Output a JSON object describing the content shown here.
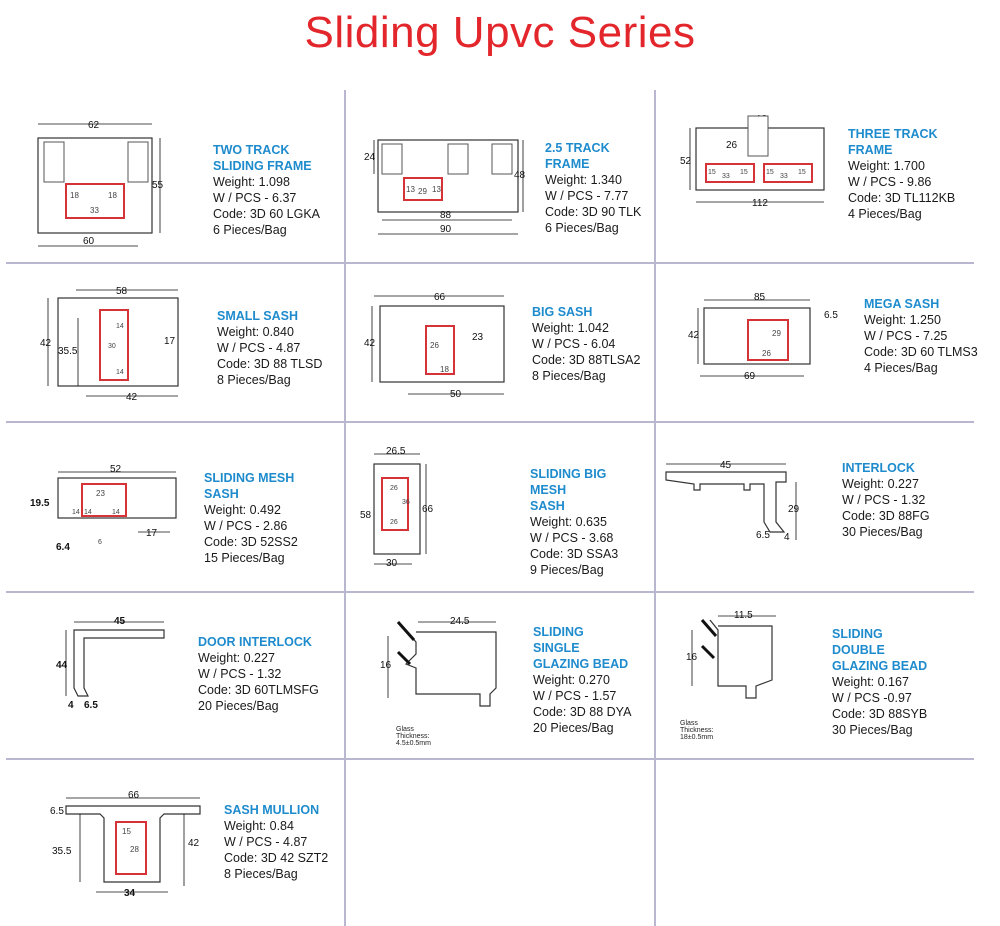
{
  "title": "Sliding Upvc Series",
  "products": [
    {
      "name": "TWO TRACK\nSLIDING FRAME",
      "weight": "Weight: 1.098",
      "wpcs": "W / PCS - 6.37",
      "code": "Code: 3D 60 LGKA",
      "pieces": "6 Pieces/Bag",
      "dims": {
        "a": "62",
        "b": "55",
        "c": "60",
        "d": "18",
        "e": "18",
        "f": "33"
      }
    },
    {
      "name": "2.5 TRACK FRAME",
      "weight": "Weight: 1.340",
      "wpcs": "W / PCS - 7.77",
      "code": "Code: 3D 90 TLK",
      "pieces": "6 Pieces/Bag",
      "dims": {
        "a": "24",
        "b": "48",
        "c": "88",
        "d": "90",
        "e": "13",
        "f": "29",
        "g": "13"
      }
    },
    {
      "name": "THREE TRACK\nFRAME",
      "weight": "Weight: 1.700",
      "wpcs": "W / PCS - 9.86",
      "code": "Code: 3D TL112KB",
      "pieces": "4 Pieces/Bag",
      "dims": {
        "a": "12",
        "b": "26",
        "c": "52",
        "d": "112",
        "e": "15",
        "f": "33",
        "g": "15",
        "h": "15",
        "i": "33",
        "j": "15"
      }
    },
    {
      "name": "SMALL SASH",
      "weight": "Weight: 0.840",
      "wpcs": "W / PCS - 4.87",
      "code": "Code: 3D 88 TLSD",
      "pieces": "8 Pieces/Bag",
      "dims": {
        "a": "58",
        "b": "42",
        "c": "35.5",
        "d": "17",
        "e": "42",
        "f": "14",
        "g": "30",
        "h": "14"
      }
    },
    {
      "name": "BIG SASH",
      "weight": "Weight: 1.042",
      "wpcs": "W / PCS - 6.04",
      "code": "Code: 3D 88TLSA2",
      "pieces": "8 Pieces/Bag",
      "dims": {
        "a": "66",
        "b": "42",
        "c": "23",
        "d": "26",
        "e": "18",
        "f": "50"
      }
    },
    {
      "name": "MEGA SASH",
      "weight": "Weight: 1.250",
      "wpcs": "W / PCS - 7.25",
      "code": "Code: 3D 60 TLMS3",
      "pieces": "4 Pieces/Bag",
      "dims": {
        "a": "85",
        "b": "6.5",
        "c": "42",
        "d": "29",
        "e": "26",
        "f": "69"
      }
    },
    {
      "name": "SLIDING MESH\nSASH",
      "weight": "Weight: 0.492",
      "wpcs": "W / PCS - 2.86",
      "code": "Code: 3D 52SS2",
      "pieces": "15 Pieces/Bag",
      "dims": {
        "a": "52",
        "b": "19.5",
        "c": "23",
        "d": "14",
        "e": "14",
        "f": "14",
        "g": "6",
        "h": "6.4",
        "i": "17"
      }
    },
    {
      "name": "SLIDING BIG MESH\nSASH",
      "weight": "Weight: 0.635",
      "wpcs": "W / PCS - 3.68",
      "code": "Code: 3D SSA3",
      "pieces": "9 Pieces/Bag",
      "dims": {
        "a": "26.5",
        "b": "58",
        "c": "66",
        "d": "26",
        "e": "36",
        "f": "26",
        "g": "30"
      }
    },
    {
      "name": "INTERLOCK",
      "weight": "Weight: 0.227",
      "wpcs": "W / PCS - 1.32",
      "code": "Code: 3D 88FG",
      "pieces": "30 Pieces/Bag",
      "dims": {
        "a": "45",
        "b": "29",
        "c": "6.5",
        "d": "4"
      }
    },
    {
      "name": "DOOR INTERLOCK",
      "weight": "Weight: 0.227",
      "wpcs": "W / PCS - 1.32",
      "code": "Code: 3D 60TLMSFG",
      "pieces": "20 Pieces/Bag",
      "dims": {
        "a": "45",
        "b": "44",
        "c": "4",
        "d": "6.5"
      }
    },
    {
      "name": "SLIDING  SINGLE\nGLAZING BEAD",
      "weight": "Weight: 0.270",
      "wpcs": "W / PCS - 1.57",
      "code": "Code: 3D 88 DYA",
      "pieces": "20 Pieces/Bag",
      "dims": {
        "a": "24.5",
        "b": "16"
      },
      "glass": "Glass Thickness: 4.5±0.5mm"
    },
    {
      "name": "SLIDING DOUBLE\nGLAZING BEAD",
      "weight": "Weight: 0.167",
      "wpcs": "W / PCS -0.97",
      "code": "Code: 3D 88SYB",
      "pieces": "30 Pieces/Bag",
      "dims": {
        "a": "11.5",
        "b": "16"
      },
      "glass": "Glass Thickness: 18±0.5mm"
    },
    {
      "name": "SASH MULLION",
      "weight": "Weight: 0.84",
      "wpcs": "W / PCS - 4.87",
      "code": "Code: 3D 42 SZT2",
      "pieces": "8 Pieces/Bag",
      "dims": {
        "a": "66",
        "b": "6.5",
        "c": "35.5",
        "d": "42",
        "e": "15",
        "f": "28",
        "g": "34"
      }
    }
  ]
}
